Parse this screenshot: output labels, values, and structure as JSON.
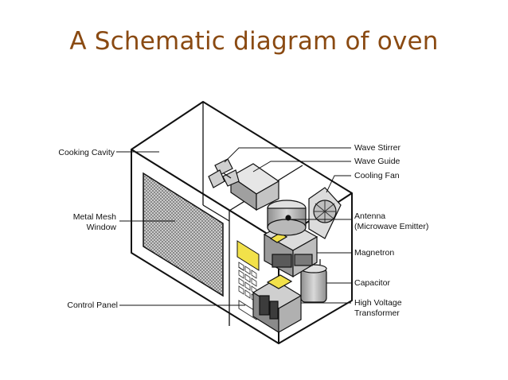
{
  "title": "A Schematic diagram of oven",
  "labels": {
    "cooking_cavity": "Cooking Cavity",
    "metal_mesh_window_1": "Metal Mesh",
    "metal_mesh_window_2": "Window",
    "control_panel": "Control Panel",
    "wave_stirrer": "Wave Stirrer",
    "wave_guide": "Wave Guide",
    "cooling_fan": "Cooling Fan",
    "antenna_1": "Antenna",
    "antenna_2": "(Microwave Emitter)",
    "magnetron": "Magnetron",
    "capacitor": "Capacitor",
    "hv_transformer_1": "High Voltage",
    "hv_transformer_2": "Transformer"
  },
  "colors": {
    "title": "#8a4a12",
    "outline": "#111111",
    "mesh": "#8c8c8c",
    "component": "#b5b5b5",
    "component_dark": "#7a7a7a",
    "warning": "#f2e14a"
  }
}
